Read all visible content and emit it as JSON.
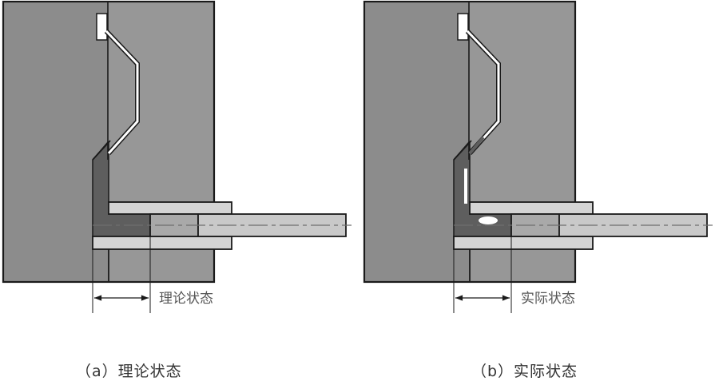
{
  "figure": {
    "panels": [
      {
        "id": "a",
        "state": "theoretical",
        "dimension_label": "理论状态",
        "caption": "（a）理论状态",
        "has_gap_defects": false
      },
      {
        "id": "b",
        "state": "actual",
        "dimension_label": "实际状态",
        "caption": "（b）实际状态",
        "has_gap_defects": true
      }
    ]
  },
  "colors": {
    "block_left": "#8c8c8c",
    "block_right": "#979797",
    "fill_dark": "#5e5e5e",
    "bar_light": "#d4d4d4",
    "rod_mid": "#a9a9a9",
    "rod_light": "#c9c9c9",
    "outline": "#1a1a1a",
    "insert": "#ffffff",
    "centerline": "#6e6e6e"
  }
}
